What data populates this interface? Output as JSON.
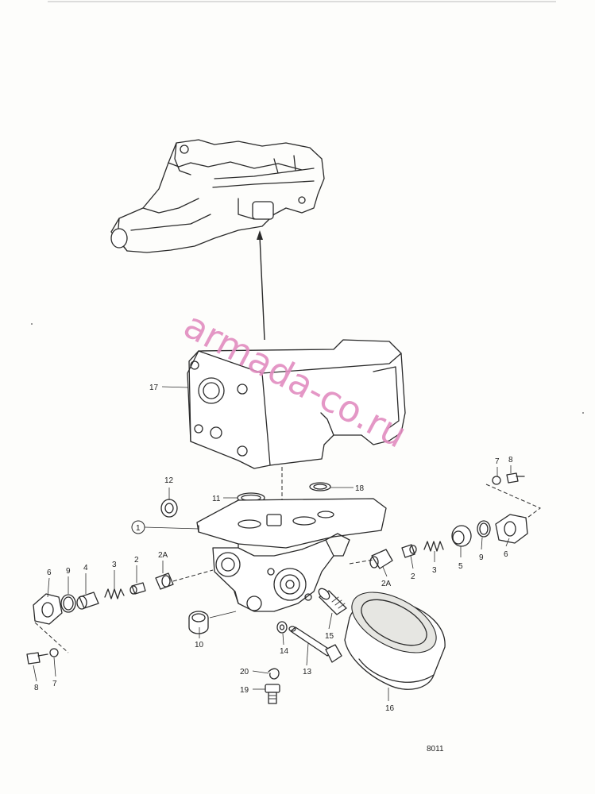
{
  "callouts": [
    {
      "id": "c17",
      "text": "17"
    },
    {
      "id": "c12",
      "text": "12"
    },
    {
      "id": "c11",
      "text": "11"
    },
    {
      "id": "c18",
      "text": "18"
    },
    {
      "id": "c1",
      "text": "1"
    },
    {
      "id": "c7r",
      "text": "7"
    },
    {
      "id": "c8r",
      "text": "8"
    },
    {
      "id": "c6r",
      "text": "6"
    },
    {
      "id": "c9r",
      "text": "9"
    },
    {
      "id": "c5r",
      "text": "5"
    },
    {
      "id": "c3r",
      "text": "3"
    },
    {
      "id": "c2r",
      "text": "2"
    },
    {
      "id": "c2Ar",
      "text": "2A"
    },
    {
      "id": "c6l",
      "text": "6"
    },
    {
      "id": "c9l",
      "text": "9"
    },
    {
      "id": "c4l",
      "text": "4"
    },
    {
      "id": "c3l",
      "text": "3"
    },
    {
      "id": "c2l",
      "text": "2"
    },
    {
      "id": "c2Al",
      "text": "2A"
    },
    {
      "id": "c10",
      "text": "10"
    },
    {
      "id": "c15",
      "text": "15"
    },
    {
      "id": "c14",
      "text": "14"
    },
    {
      "id": "c13",
      "text": "13"
    },
    {
      "id": "c16",
      "text": "16"
    },
    {
      "id": "c20",
      "text": "20"
    },
    {
      "id": "c19",
      "text": "19"
    },
    {
      "id": "c8l",
      "text": "8"
    },
    {
      "id": "c7l",
      "text": "7"
    }
  ],
  "watermark": "armada-co.ru",
  "reference": "8011"
}
